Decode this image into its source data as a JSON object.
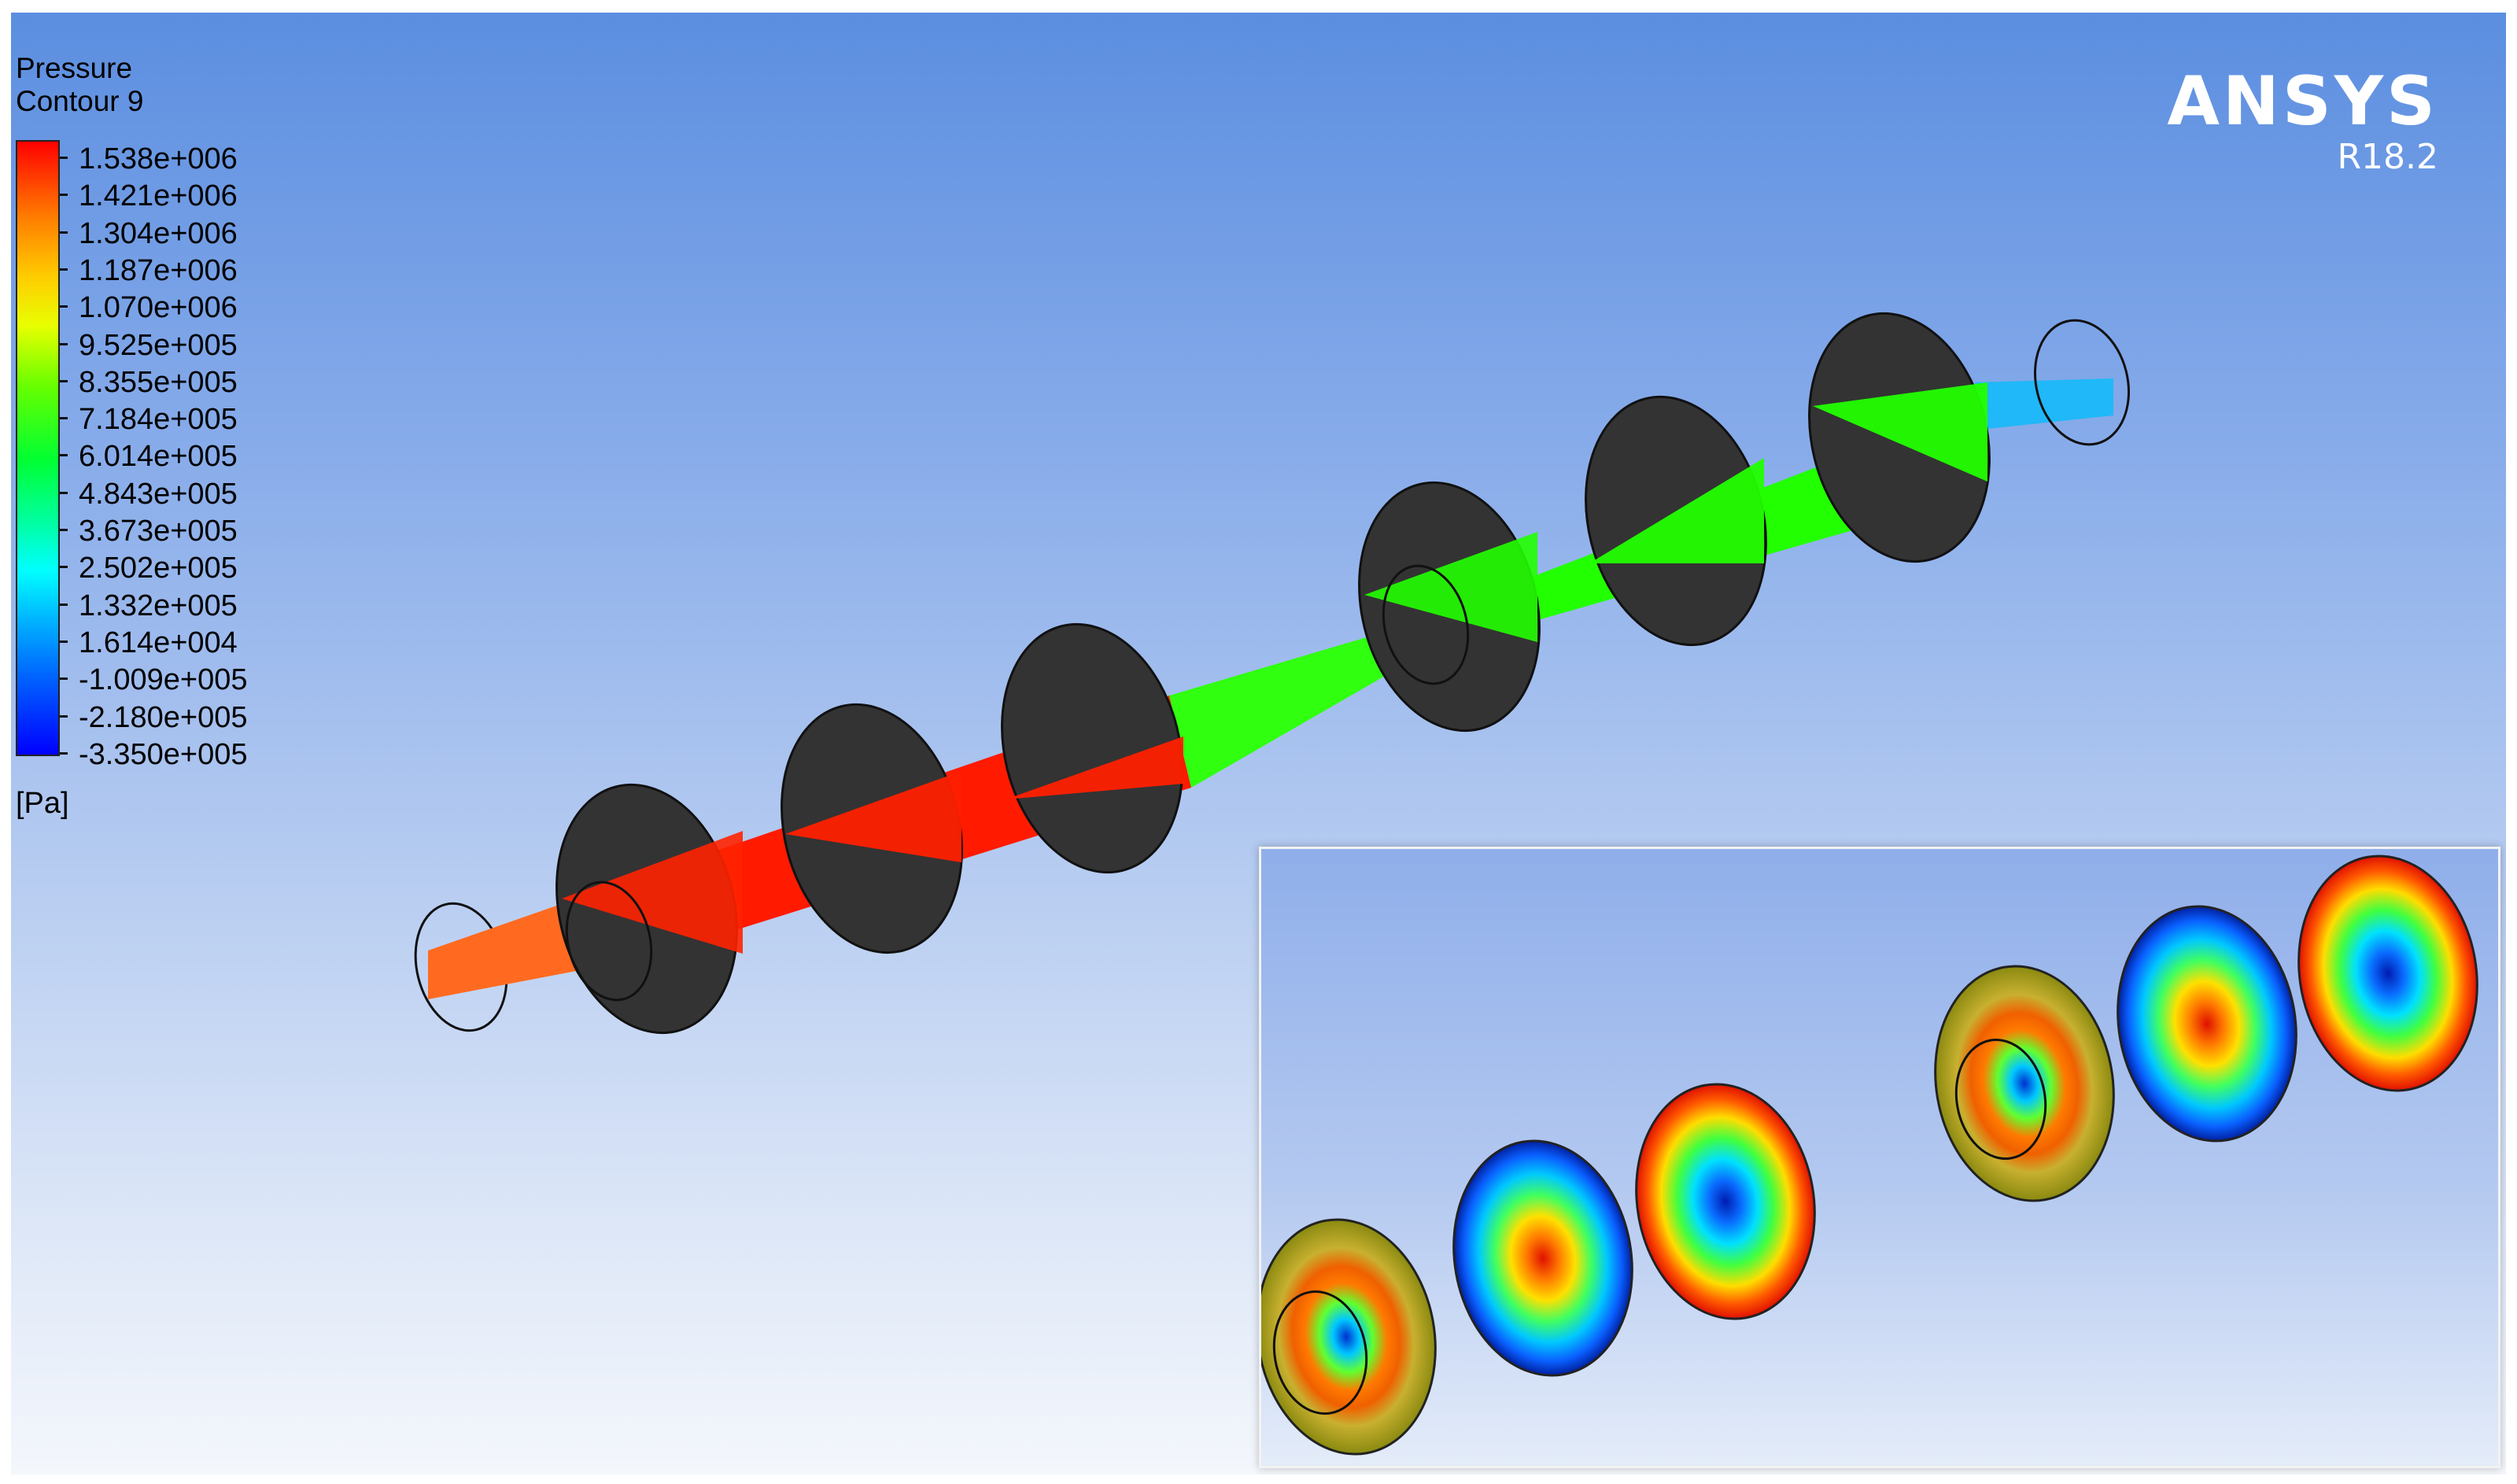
{
  "legend": {
    "title_line1": "Pressure",
    "title_line2": "Contour 9",
    "unit": "[Pa]",
    "labels": [
      "1.538e+006",
      "1.421e+006",
      "1.304e+006",
      "1.187e+006",
      "1.070e+006",
      "9.525e+005",
      "8.355e+005",
      "7.184e+005",
      "6.014e+005",
      "4.843e+005",
      "3.673e+005",
      "2.502e+005",
      "1.332e+005",
      "1.614e+004",
      "-1.009e+005",
      "-2.180e+005",
      "-3.350e+005"
    ]
  },
  "brand": {
    "name": "ANSYS",
    "version": "R18.2"
  },
  "colors": {
    "background_top": "#5b8ee0",
    "background_bottom": "#f4f7fc",
    "high_pressure": "#ff1a00",
    "mid_pressure": "#22ff00",
    "low_pressure": "#20b8f8",
    "inlet": "#ff6a20",
    "baffle": "#333333"
  }
}
